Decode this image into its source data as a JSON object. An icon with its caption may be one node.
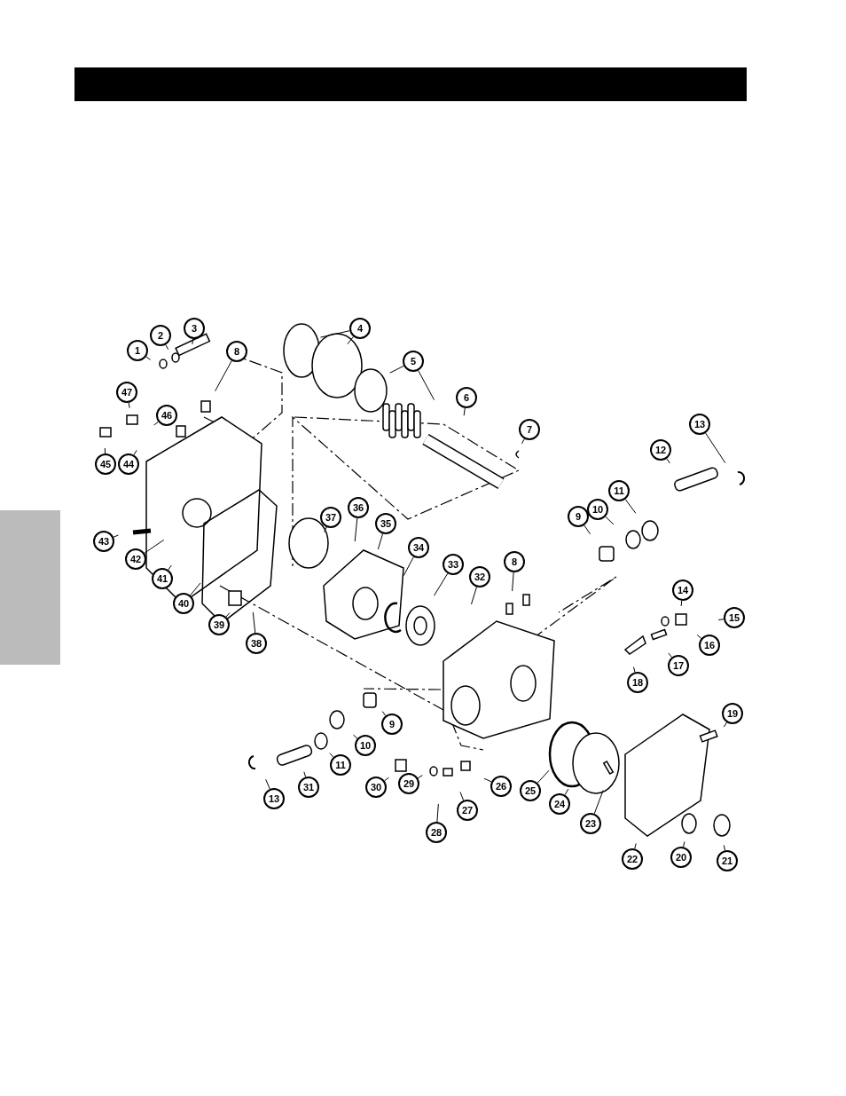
{
  "diagram": {
    "nodes": [
      {
        "text": [
          "1"
        ]
      },
      {
        "text": [
          "2"
        ]
      },
      {
        "text": [
          "3"
        ]
      },
      {
        "text": [
          "8"
        ]
      },
      {
        "text": [
          "4"
        ]
      },
      {
        "text": [
          "5"
        ]
      },
      {
        "text": [
          "6"
        ]
      },
      {
        "text": [
          "7"
        ]
      },
      {
        "text": [
          "47"
        ]
      },
      {
        "text": [
          "46"
        ]
      },
      {
        "text": [
          "45"
        ]
      },
      {
        "text": [
          "44"
        ]
      },
      {
        "text": [
          "43"
        ]
      },
      {
        "text": [
          "42"
        ]
      },
      {
        "text": [
          "41"
        ]
      },
      {
        "text": [
          "40"
        ]
      },
      {
        "text": [
          "39"
        ]
      },
      {
        "text": [
          "38"
        ]
      },
      {
        "text": [
          "37"
        ]
      },
      {
        "text": [
          "36"
        ]
      },
      {
        "text": [
          "35"
        ]
      },
      {
        "text": [
          "34"
        ]
      },
      {
        "text": [
          "33"
        ]
      },
      {
        "text": [
          "32"
        ]
      },
      {
        "text": [
          "8"
        ]
      },
      {
        "text": [
          "9"
        ]
      },
      {
        "text": [
          "10"
        ]
      },
      {
        "text": [
          "11"
        ]
      },
      {
        "text": [
          "12"
        ]
      },
      {
        "text": [
          "13"
        ]
      },
      {
        "text": [
          "14"
        ]
      },
      {
        "text": [
          "15"
        ]
      },
      {
        "text": [
          "16"
        ]
      },
      {
        "text": [
          "17"
        ]
      },
      {
        "text": [
          "18"
        ]
      },
      {
        "text": [
          "19"
        ]
      },
      {
        "text": [
          "20"
        ]
      },
      {
        "text": [
          "21"
        ]
      },
      {
        "text": [
          "22"
        ]
      },
      {
        "text": [
          "23"
        ]
      },
      {
        "text": [
          "24"
        ]
      },
      {
        "text": [
          "25"
        ]
      },
      {
        "text": [
          "26"
        ]
      },
      {
        "text": [
          "27"
        ]
      },
      {
        "text": [
          "28"
        ]
      },
      {
        "text": [
          "29"
        ]
      },
      {
        "text": [
          "30"
        ]
      },
      {
        "text": [
          "31"
        ]
      },
      {
        "text": [
          "13"
        ]
      },
      {
        "text": [
          "11"
        ]
      },
      {
        "text": [
          "10"
        ]
      },
      {
        "text": [
          "9"
        ]
      },
      {
        "text": [],
        "shape": "bar"
      }
    ],
    "edges": [
      {
        "from": 0,
        "to": null,
        "arrow": "none"
      },
      {
        "from": 1,
        "to": null,
        "arrow": "none"
      },
      {
        "from": 2,
        "to": null,
        "arrow": "none"
      },
      {
        "from": 3,
        "to": null,
        "arrow": "none"
      },
      {
        "from": 4,
        "to": null,
        "arrow": "none"
      },
      {
        "from": 4,
        "to": null,
        "arrow": "none"
      },
      {
        "from": 5,
        "to": null,
        "arrow": "none"
      },
      {
        "from": 5,
        "to": null,
        "arrow": "none"
      },
      {
        "from": 6,
        "to": null,
        "arrow": "none"
      },
      {
        "from": 7,
        "to": null,
        "arrow": "none"
      },
      {
        "from": 8,
        "to": null,
        "arrow": "none"
      },
      {
        "from": 9,
        "to": null,
        "arrow": "none"
      },
      {
        "from": 10,
        "to": null,
        "arrow": "none"
      },
      {
        "from": 11,
        "to": null,
        "arrow": "none"
      },
      {
        "from": 12,
        "to": null,
        "arrow": "none"
      },
      {
        "from": 13,
        "to": null,
        "arrow": "none"
      },
      {
        "from": 14,
        "to": null,
        "arrow": "none"
      },
      {
        "from": 15,
        "to": null,
        "arrow": "none"
      },
      {
        "from": 16,
        "to": null,
        "arrow": "none"
      },
      {
        "from": 17,
        "to": null,
        "arrow": "none"
      },
      {
        "from": 18,
        "to": null,
        "arrow": "none"
      },
      {
        "from": 19,
        "to": null,
        "arrow": "none"
      },
      {
        "from": 20,
        "to": null,
        "arrow": "none"
      },
      {
        "from": 21,
        "to": null,
        "arrow": "none"
      },
      {
        "from": 22,
        "to": null,
        "arrow": "none"
      },
      {
        "from": 23,
        "to": null,
        "arrow": "none"
      },
      {
        "from": 24,
        "to": null,
        "arrow": "none"
      },
      {
        "from": 25,
        "to": null,
        "arrow": "none"
      },
      {
        "from": 26,
        "to": null,
        "arrow": "none"
      },
      {
        "from": 27,
        "to": null,
        "arrow": "none"
      },
      {
        "from": 28,
        "to": null,
        "arrow": "none"
      },
      {
        "from": 29,
        "to": null,
        "arrow": "none"
      },
      {
        "from": 30,
        "to": null,
        "arrow": "none"
      },
      {
        "from": 31,
        "to": null,
        "arrow": "none"
      },
      {
        "from": 32,
        "to": null,
        "arrow": "none"
      },
      {
        "from": 33,
        "to": null,
        "arrow": "none"
      },
      {
        "from": 34,
        "to": null,
        "arrow": "none"
      },
      {
        "from": 35,
        "to": null,
        "arrow": "none"
      },
      {
        "from": 36,
        "to": null,
        "arrow": "none"
      },
      {
        "from": 37,
        "to": null,
        "arrow": "none"
      },
      {
        "from": 38,
        "to": null,
        "arrow": "none"
      },
      {
        "from": 39,
        "to": null,
        "arrow": "none"
      },
      {
        "from": 40,
        "to": null,
        "arrow": "none"
      },
      {
        "from": 41,
        "to": null,
        "arrow": "none"
      },
      {
        "from": 42,
        "to": null,
        "arrow": "none"
      },
      {
        "from": 43,
        "to": null,
        "arrow": "none"
      },
      {
        "from": 44,
        "to": null,
        "arrow": "none"
      },
      {
        "from": 45,
        "to": null,
        "arrow": "none"
      },
      {
        "from": 46,
        "to": null,
        "arrow": "none"
      },
      {
        "from": 47,
        "to": null,
        "arrow": "none"
      },
      {
        "from": 48,
        "to": null,
        "arrow": "none"
      },
      {
        "from": 49,
        "to": null,
        "arrow": "none"
      },
      {
        "from": 50,
        "to": null,
        "arrow": "none"
      },
      {
        "from": 51,
        "to": null,
        "arrow": "none"
      }
    ]
  }
}
